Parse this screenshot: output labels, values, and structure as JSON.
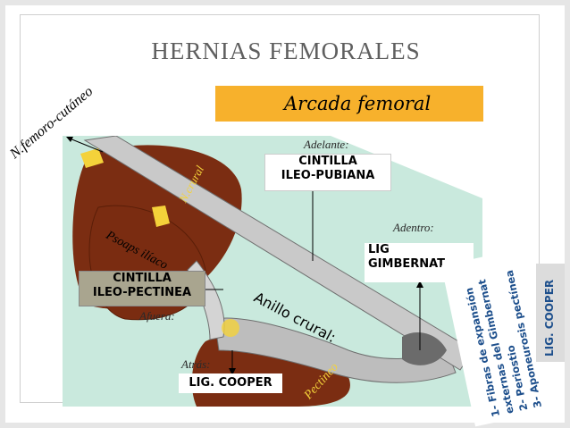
{
  "title": "HERNIAS FEMORALES",
  "banner": "Arcada femoral",
  "labels": {
    "adelante": "Adelante:",
    "adentro": "Adentro:",
    "afuera": "Afuera:",
    "atras": "Atrás:",
    "nervio_femorocutaneo": "N.femoro-cutáneo",
    "nervio_crural": "N.crural",
    "psoas": "Psoaps ilíaco",
    "anillo": "Anillo crural:",
    "pectineo": "Pectineo"
  },
  "boxes": {
    "cintilla_ileopubiana": [
      "CINTILLA",
      "ILEO-PUBIANA"
    ],
    "lig_gimbernat": [
      "LIG",
      "GIMBERNAT"
    ],
    "cintilla_ileopectinea": [
      "CINTILLA",
      "ILEO-PECTINEA"
    ],
    "lig_cooper": "LIG. COOPER"
  },
  "gimbernat_list": {
    "items": [
      "1- Fibras de expansión",
      "externas del Gimbernat",
      "2- Periostio",
      "3- Aponeurosis pectínea"
    ],
    "side_label": "LIG. COOPER"
  },
  "colors": {
    "banner_bg": "#f7b12c",
    "muscle": "#7b2d12",
    "nerve": "#f4d23a",
    "ligament": "#c9c9c9",
    "diagram_bg": "#c9e9dd",
    "heading": "#5f5f5f",
    "list_header": "#1d4f8c"
  }
}
